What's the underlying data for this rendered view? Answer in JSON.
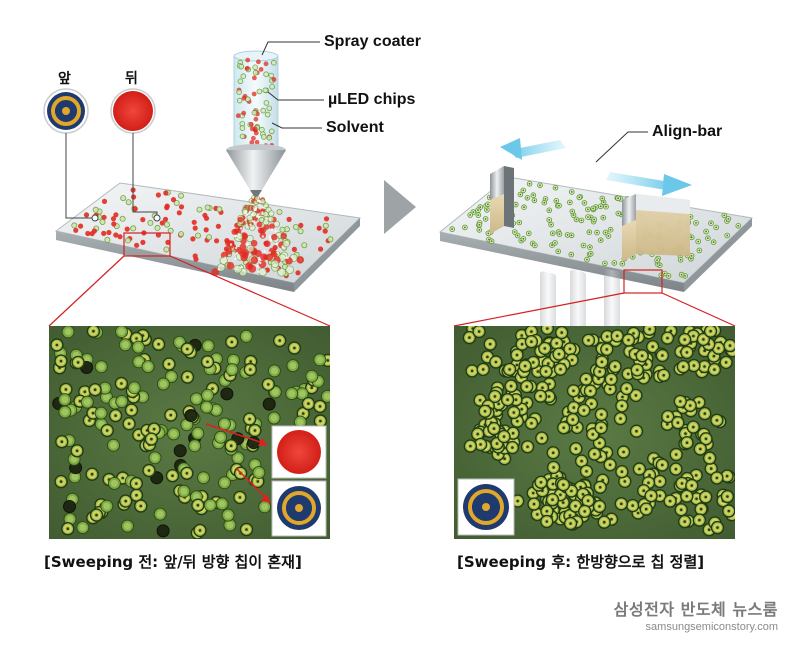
{
  "labels": {
    "spray_coater": "Spray coater",
    "uled_chips": "µLED chips",
    "solvent": "Solvent",
    "align_bar": "Align-bar",
    "front": "앞",
    "back": "뒤"
  },
  "captions": {
    "before": "[Sweeping 전: 앞/뒤 방향 칩이 혼재]",
    "after": "[Sweeping 후: 한방향으로 칩 정렬]"
  },
  "brand": {
    "name": "삼성전자 반도체 뉴스룸",
    "url": "samsungsemiconstory.com"
  },
  "colors": {
    "accent_red": "#e22b22",
    "chip_navy": "#1f3a6e",
    "chip_gold": "#e0a72a",
    "micro_bg": "#4f6b3c",
    "arrow_cyan": "#7fd4ee",
    "zoom_line": "#d42020"
  }
}
